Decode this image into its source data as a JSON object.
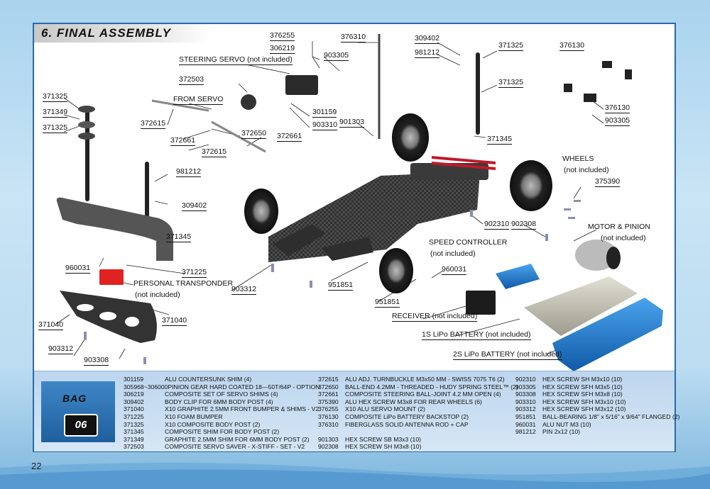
{
  "page": {
    "number": "22"
  },
  "section": {
    "title": "6. FINAL ASSEMBLY"
  },
  "callouts": {
    "p376255": "376255",
    "p306219": "306219",
    "p903305a": "903305",
    "p376310": "376310",
    "p309402a": "309402",
    "p981212a": "981212",
    "p371325a": "371325",
    "p376130a": "376130",
    "steering_servo": "STEERING SERVO (not included)",
    "p372503": "372503",
    "from_servo": "FROM SERVO",
    "p371325b": "371325",
    "p371349": "371349",
    "p371325c": "371325",
    "p371325d": "371325",
    "p376130b": "376130",
    "p903305b": "903305",
    "p301159": "301159",
    "p903310": "903310",
    "p372615a": "372615",
    "p372650": "372650",
    "p372661a": "372661",
    "p372661b": "372661",
    "p372615b": "372615",
    "p901303": "901303",
    "p371345a": "371345",
    "wheels": "WHEELS",
    "wheels_note": "(not included)",
    "p981212b": "981212",
    "p309402b": "309402",
    "p375390": "375390",
    "p371345b": "371345",
    "p902310": "902310",
    "p902308": "902308",
    "motor_pinion": "MOTOR & PINION",
    "motor_note": "(not included)",
    "speed_controller": "SPEED CONTROLLER",
    "speed_note": "(not included)",
    "p960031a": "960031",
    "p371225": "371225",
    "personal_transponder": "PERSONAL TRANSPONDER",
    "transponder_note": "(not included)",
    "p903312a": "903312",
    "p951851a": "951851",
    "p960031b": "960031",
    "p951851b": "951851",
    "p371040a": "371040",
    "p371040b": "371040",
    "receiver": "RECEIVER (not included)",
    "battery_1s": "1S LiPo BATTERY (not included)",
    "p903312b": "903312",
    "p903308": "903308",
    "battery_2s": "2S LiPo BATTERY (not included)"
  },
  "bag": {
    "label": "BAG",
    "number": "06"
  },
  "parts": [
    [
      {
        "code": "301159",
        "desc": "ALU COUNTERSUNK SHIM (4)"
      },
      {
        "code": "305968~306000",
        "desc": "PINION GEAR HARD COATED 18—50T/64P - OPTION"
      },
      {
        "code": "306219",
        "desc": "COMPOSITE SET OF SERVO SHIMS (4)"
      },
      {
        "code": "309402",
        "desc": "BODY CLIP FOR 6MM BODY POST (4)"
      },
      {
        "code": "371040",
        "desc": "X10 GRAPHITE 2.5MM FRONT BUMPER & SHIMS - V2"
      },
      {
        "code": "371225",
        "desc": "X10 FOAM BUMPER"
      },
      {
        "code": "371325",
        "desc": "X10 COMPOSITE BODY POST (2)"
      },
      {
        "code": "371345",
        "desc": "COMPOSITE SHIM FOR BODY POST (2)"
      },
      {
        "code": "371349",
        "desc": "GRAPHITE 2.5MM SHIM FOR 6MM BODY POST (2)"
      },
      {
        "code": "372503",
        "desc": "COMPOSITE SERVO SAVER - X-STIFF - SET - V2"
      }
    ],
    [
      {
        "code": "372615",
        "desc": "ALU ADJ. TURNBUCKLE M3x50 MM - SWISS 7075 T6 (2)"
      },
      {
        "code": "372650",
        "desc": "BALL-END 4.2MM - THREADED - HUDY SPRING STEEL™ (2)"
      },
      {
        "code": "372661",
        "desc": "COMPOSITE STEERING BALL-JOINT 4.2 MM OPEN (4)"
      },
      {
        "code": "375390",
        "desc": "ALU HEX SCREW M3x8 FOR REAR WHEELS (6)"
      },
      {
        "code": "376255",
        "desc": "X10 ALU SERVO MOUNT (2)"
      },
      {
        "code": "376130",
        "desc": "COMPOSITE LiPo BATTERY BACKSTOP (2)"
      },
      {
        "code": "376310",
        "desc": "FIBERGLASS SOLID ANTENNA ROD + CAP"
      },
      {
        "code": "",
        "desc": ""
      },
      {
        "code": "901303",
        "desc": "HEX SCREW SB M3x3  (10)"
      },
      {
        "code": "902308",
        "desc": "HEX SCREW SH M3x8  (10)"
      }
    ],
    [
      {
        "code": "902310",
        "desc": "HEX SCREW SH M3x10  (10)"
      },
      {
        "code": "903305",
        "desc": "HEX SCREW SFH M3x5  (10)"
      },
      {
        "code": "903308",
        "desc": "HEX SCREW SFH M3x8  (10)"
      },
      {
        "code": "903310",
        "desc": "HEX SCREW SFH M3x10  (10)"
      },
      {
        "code": "903312",
        "desc": "HEX SCREW SFH M3x12  (10)"
      },
      {
        "code": "951851",
        "desc": "BALL-BEARING 1/8\" x 5/16\" x 9/64\" FLANGED  (2)"
      },
      {
        "code": "960031",
        "desc": "ALU NUT M3  (10)"
      },
      {
        "code": "981212",
        "desc": "PIN 2x12  (10)"
      }
    ]
  ],
  "colors": {
    "accent": "#2a6aa8",
    "parts_bg": "#c7dcf0",
    "battery_blue": "#1d6fc0",
    "transponder_red": "#e02222"
  }
}
